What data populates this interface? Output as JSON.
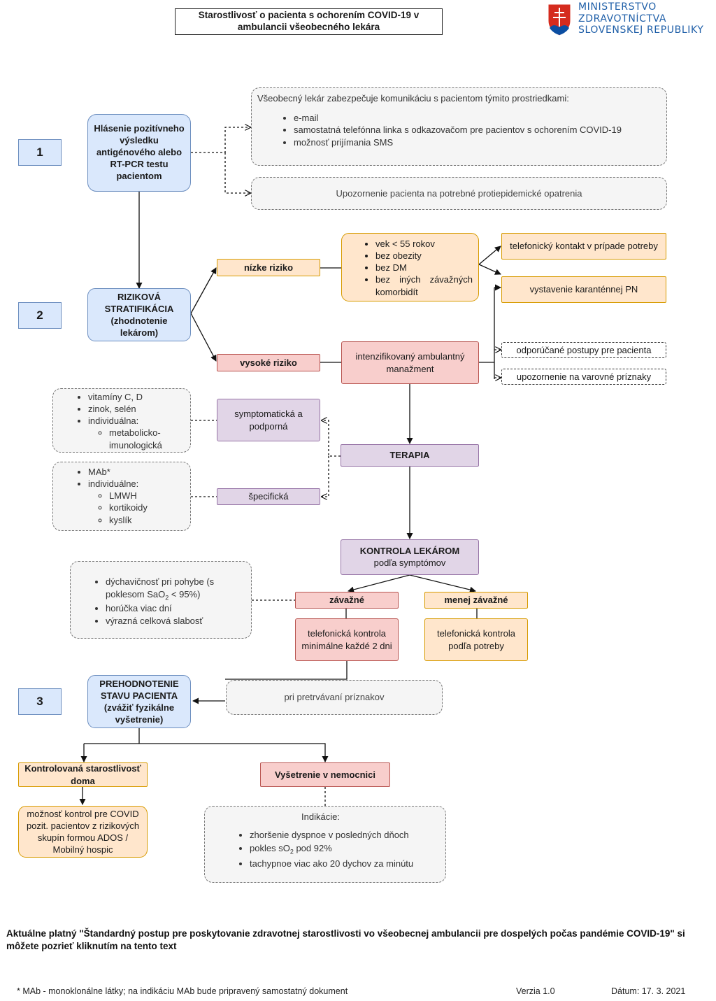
{
  "title": {
    "line1": "Starostlivosť o pacienta s ochorením COVID-19 v",
    "line2": "ambulancii všeobecného lekára"
  },
  "logo": {
    "line1": "MINISTERSTVO",
    "line2": "ZDRAVOTNÍCTVA",
    "line3": "SLOVENSKEJ REPUBLIKY",
    "color": "#1f5fa8",
    "shield_red": "#d52b1e",
    "shield_blue": "#0b4ea2"
  },
  "steps": [
    "1",
    "2",
    "3"
  ],
  "hlasenie": "Hlásenie pozitívneho výsledku antigénového alebo RT-PCR testu pacientom",
  "communication": {
    "intro": "Všeobecný lekár zabezpečuje komunikáciu s pacientom týmito prostriedkami:",
    "items": [
      "e-mail",
      "samostatná telefónna linka s odkazovačom pre pacientov s ochorením COVID-19",
      "možnosť prijímania SMS"
    ]
  },
  "upozornenie": "Upozornenie pacienta na potrebné protiepidemické opatrenia",
  "rizikova": "RIZIKOVÁ STRATIFIKÁCIA (zhodnotenie lekárom)",
  "nizke": "nízke riziko",
  "vysoke": "vysoké riziko",
  "low_criteria": [
    "vek < 55 rokov",
    "bez obezity",
    "bez DM",
    "bez iných závažných komorbidít"
  ],
  "telefonicky_kontakt": "telefonický kontakt v prípade potreby",
  "karantena": "vystavenie karanténnej PN",
  "intenzifikovany": "intenzifikovaný ambulantný manažment",
  "odporucane": "odporúčané postupy pre pacienta",
  "varovne": "upozornenie na varovné príznaky",
  "symptomatic_list": {
    "items": [
      "vitamíny C, D",
      "zinok, selén",
      "individuálna:"
    ],
    "sub": [
      "metabolicko-imunologická"
    ]
  },
  "symptomaticka": "symptomatická a podporná",
  "specific_list": {
    "items": [
      "MAb*",
      "individuálne:"
    ],
    "sub": [
      "LMWH",
      "kortikoidy",
      "kyslík"
    ]
  },
  "specificka": "špecifická",
  "terapia": "TERAPIA",
  "kontrola": {
    "title": "KONTROLA LEKÁROM",
    "sub": "podľa symptómov"
  },
  "severe_list": {
    "items": [
      {
        "pre": "dýchavičnosť pri pohybe (s poklesom SaO",
        "sub": "2",
        "post": " < 95%)"
      },
      {
        "pre": "horúčka viac dní",
        "sub": "",
        "post": ""
      },
      {
        "pre": "výrazná celková slabosť",
        "sub": "",
        "post": ""
      }
    ]
  },
  "zavazne": "závažné",
  "menej_zavazne": "menej závažné",
  "tel_kontrola_2dni": "telefonická kontrola minimálne každé 2 dni",
  "tel_kontrola_potreba": "telefonická kontrola podľa potreby",
  "pretrvavani": "pri pretrvávaní príznakov",
  "prehodnotenie": "PREHODNOTENIE STAVU PACIENTA (zvážiť fyzikálne vyšetrenie)",
  "kontrolovana": "Kontrolovaná starostlivosť doma",
  "vysetrenie": "Vyšetrenie v nemocnici",
  "moznost_kontrol": "možnosť kontrol pre COVID pozit. pacientov z rizikových skupín formou ADOS / Mobilný hospic",
  "indikacie": {
    "title": "Indikácie:",
    "items": [
      {
        "pre": "zhoršenie dyspnoe v posledných dňoch",
        "sub": "",
        "post": ""
      },
      {
        "pre": "pokles sO",
        "sub": "2",
        "post": " pod 92%"
      },
      {
        "pre": "tachypnoe viac ako 20 dychov za minútu",
        "sub": "",
        "post": ""
      }
    ]
  },
  "footer": {
    "link_text": "Aktuálne platný \"Štandardný postup pre poskytovanie zdravotnej starostlivosti  vo všeobecnej ambulancii pre dospelých počas pandémie COVID-19\" si môžete pozrieť kliknutím na tento text",
    "note": "* MAb - monoklonálne látky; na indikáciu MAb bude pripravený samostatný dokument",
    "version": "Verzia 1.0",
    "date": "Dátum: 17. 3. 2021"
  }
}
